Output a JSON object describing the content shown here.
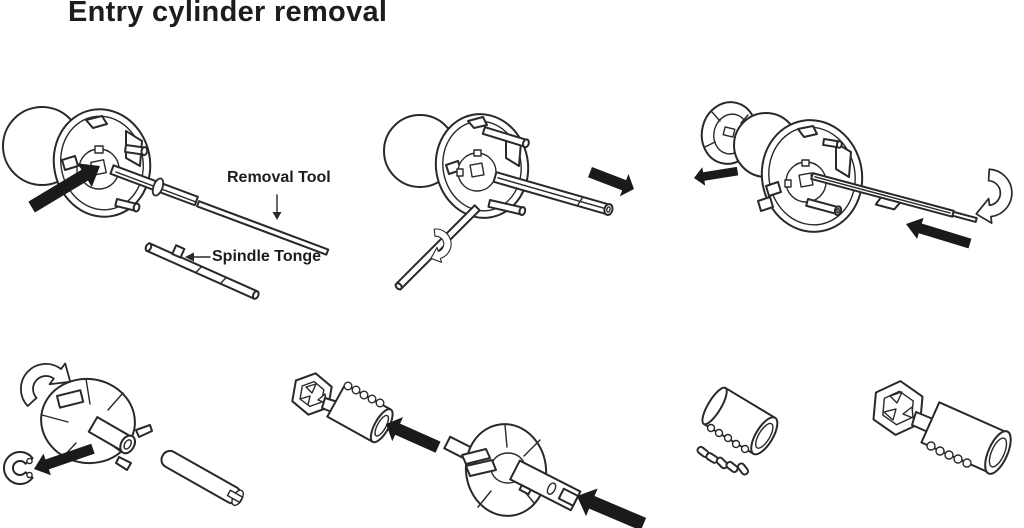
{
  "title": "Entry cylinder removal",
  "callouts": {
    "removal_tool": "Removal Tool",
    "spindle_tonge": "Spindle Tonge"
  },
  "colors": {
    "background": "#ffffff",
    "line": "#2b2826",
    "arrow": "#1c1a19",
    "text": "#1d1d1f"
  }
}
